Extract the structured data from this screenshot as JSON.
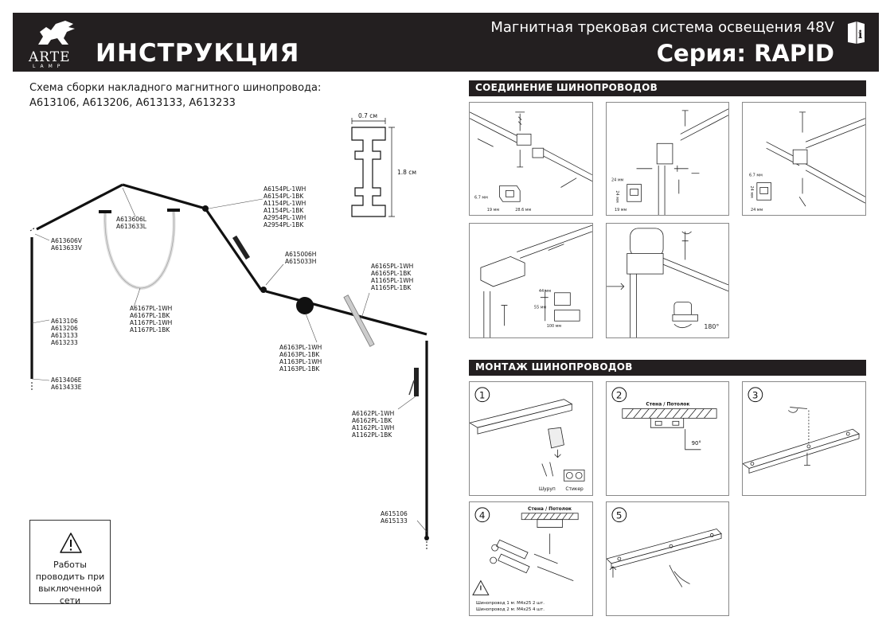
{
  "header": {
    "logo_text": "ARTE",
    "logo_sub": "LAMP",
    "title": "ИНСТРУКЦИЯ",
    "subtitle": "Магнитная трековая система освещения 48V",
    "series": "Серия: RAPID"
  },
  "schema": {
    "line1": "Схема сборки накладного магнитного шинопровода:",
    "line2": "A613106, A613206, A613133, A613233"
  },
  "profile": {
    "width_label": "0.7 см",
    "height_label": "1.8 см"
  },
  "labels": [
    [
      "A6154PL-1WH",
      "A6154PL-1BK",
      "A1154PL-1WH",
      "A1154PL-1BK",
      "A2954PL-1WH",
      "A2954PL-1BK"
    ],
    [
      "A613606L",
      "A613633L"
    ],
    [
      "A613606V",
      "A613633V"
    ],
    [
      "A615006H",
      "A615033H"
    ],
    [
      "A6165PL-1WH",
      "A6165PL-1BK",
      "A1165PL-1WH",
      "A1165PL-1BK"
    ],
    [
      "A6167PL-1WH",
      "A6167PL-1BK",
      "A1167PL-1WH",
      "A1167PL-1BK"
    ],
    [
      "A613106",
      "A613206",
      "A613133",
      "A613233"
    ],
    [
      "A6163PL-1WH",
      "A6163PL-1BK",
      "A1163PL-1WH",
      "A1163PL-1BK"
    ],
    [
      "A613406E",
      "A613433E"
    ],
    [
      "A6162PL-1WH",
      "A6162PL-1BK",
      "A1162PL-1WH",
      "A1162PL-1BK"
    ],
    [
      "A615106",
      "A615133"
    ]
  ],
  "warning": {
    "l1": "Работы",
    "l2": "проводить при",
    "l3": "выключенной сети"
  },
  "sections": {
    "connect": "СОЕДИНЕНИЕ ШИНОПРОВОДОВ",
    "mount": "МОНТАЖ ШИНОПРОВОДОВ"
  },
  "connect_dims": {
    "p1": [
      "6.7 мм",
      "19 мм",
      "28.6 мм"
    ],
    "p2": [
      "24 мм",
      "24 мм",
      "19 мм"
    ],
    "p3": [
      "6.7 мм",
      "24 мм",
      "24 мм"
    ],
    "p4": [
      "44 мм",
      "55 мм",
      "100 мм"
    ],
    "p5": [
      "180°"
    ]
  },
  "mount_steps": {
    "s1": {
      "num": "1",
      "screw": "Шуруп",
      "sticker": "Стикер"
    },
    "s2": {
      "num": "2",
      "ceiling": "Стена / Потолок",
      "angle": "90°"
    },
    "s3": {
      "num": "3"
    },
    "s4": {
      "num": "4",
      "ceiling": "Стена / Потолок",
      "note1": "Шинопровод 1 м: M4x25 2 шт.",
      "note2": "Шинопровод 2 м: M4x25 4 шт."
    },
    "s5": {
      "num": "5"
    }
  },
  "colors": {
    "dark": "#231f20",
    "line": "#111111"
  }
}
